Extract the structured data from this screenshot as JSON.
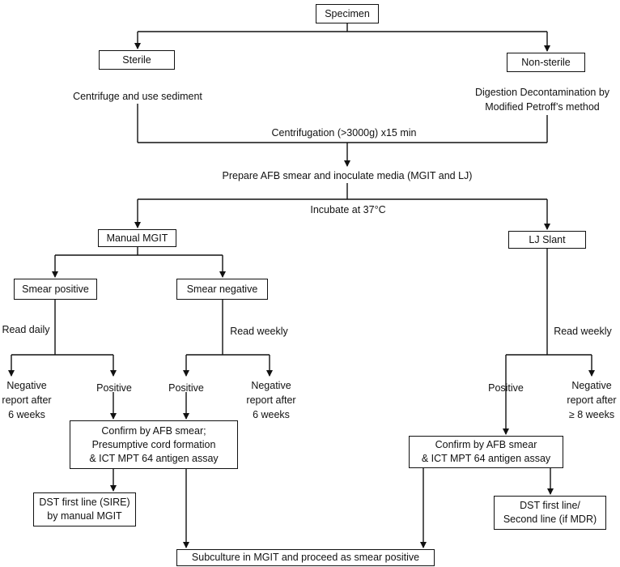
{
  "boxes": {
    "specimen": "Specimen",
    "sterile": "Sterile",
    "non_sterile": "Non-sterile",
    "manual_mgit": "Manual MGIT",
    "lj_slant": "LJ Slant",
    "smear_positive": "Smear positive",
    "smear_negative": "Smear negative",
    "confirm_mgit": [
      "Confirm by AFB smear;",
      "Presumptive cord formation",
      "& ICT MPT 64 antigen assay"
    ],
    "confirm_lj": [
      "Confirm by AFB smear",
      "& ICT MPT 64 antigen assay"
    ],
    "dst_mgit": [
      "DST first line (SIRE)",
      "by manual MGIT"
    ],
    "dst_lj": [
      "DST first line/",
      "Second line (if MDR)"
    ],
    "subculture": "Subculture in MGIT and proceed as smear positive"
  },
  "labels": {
    "centrifuge_sediment": "Centrifuge and use sediment",
    "digestion": [
      "Digestion Decontamination by",
      "Modified Petroff’s method"
    ],
    "centrifugation": "Centrifugation (>3000g) x15 min",
    "prepare": "Prepare AFB smear and inoculate media (MGIT and LJ)",
    "incubate": "Incubate at 37°C",
    "read_daily": "Read daily",
    "read_weekly_mgit": "Read weekly",
    "read_weekly_lj": "Read weekly",
    "neg_6wk_left": [
      "Negative",
      "report after",
      "6 weeks"
    ],
    "positive_left": "Positive",
    "positive_mid": "Positive",
    "neg_6wk_mid": [
      "Negative",
      "report after",
      "6 weeks"
    ],
    "positive_lj": "Positive",
    "neg_8wk_lj": [
      "Negative",
      "report after",
      "≥ 8 weeks"
    ]
  }
}
